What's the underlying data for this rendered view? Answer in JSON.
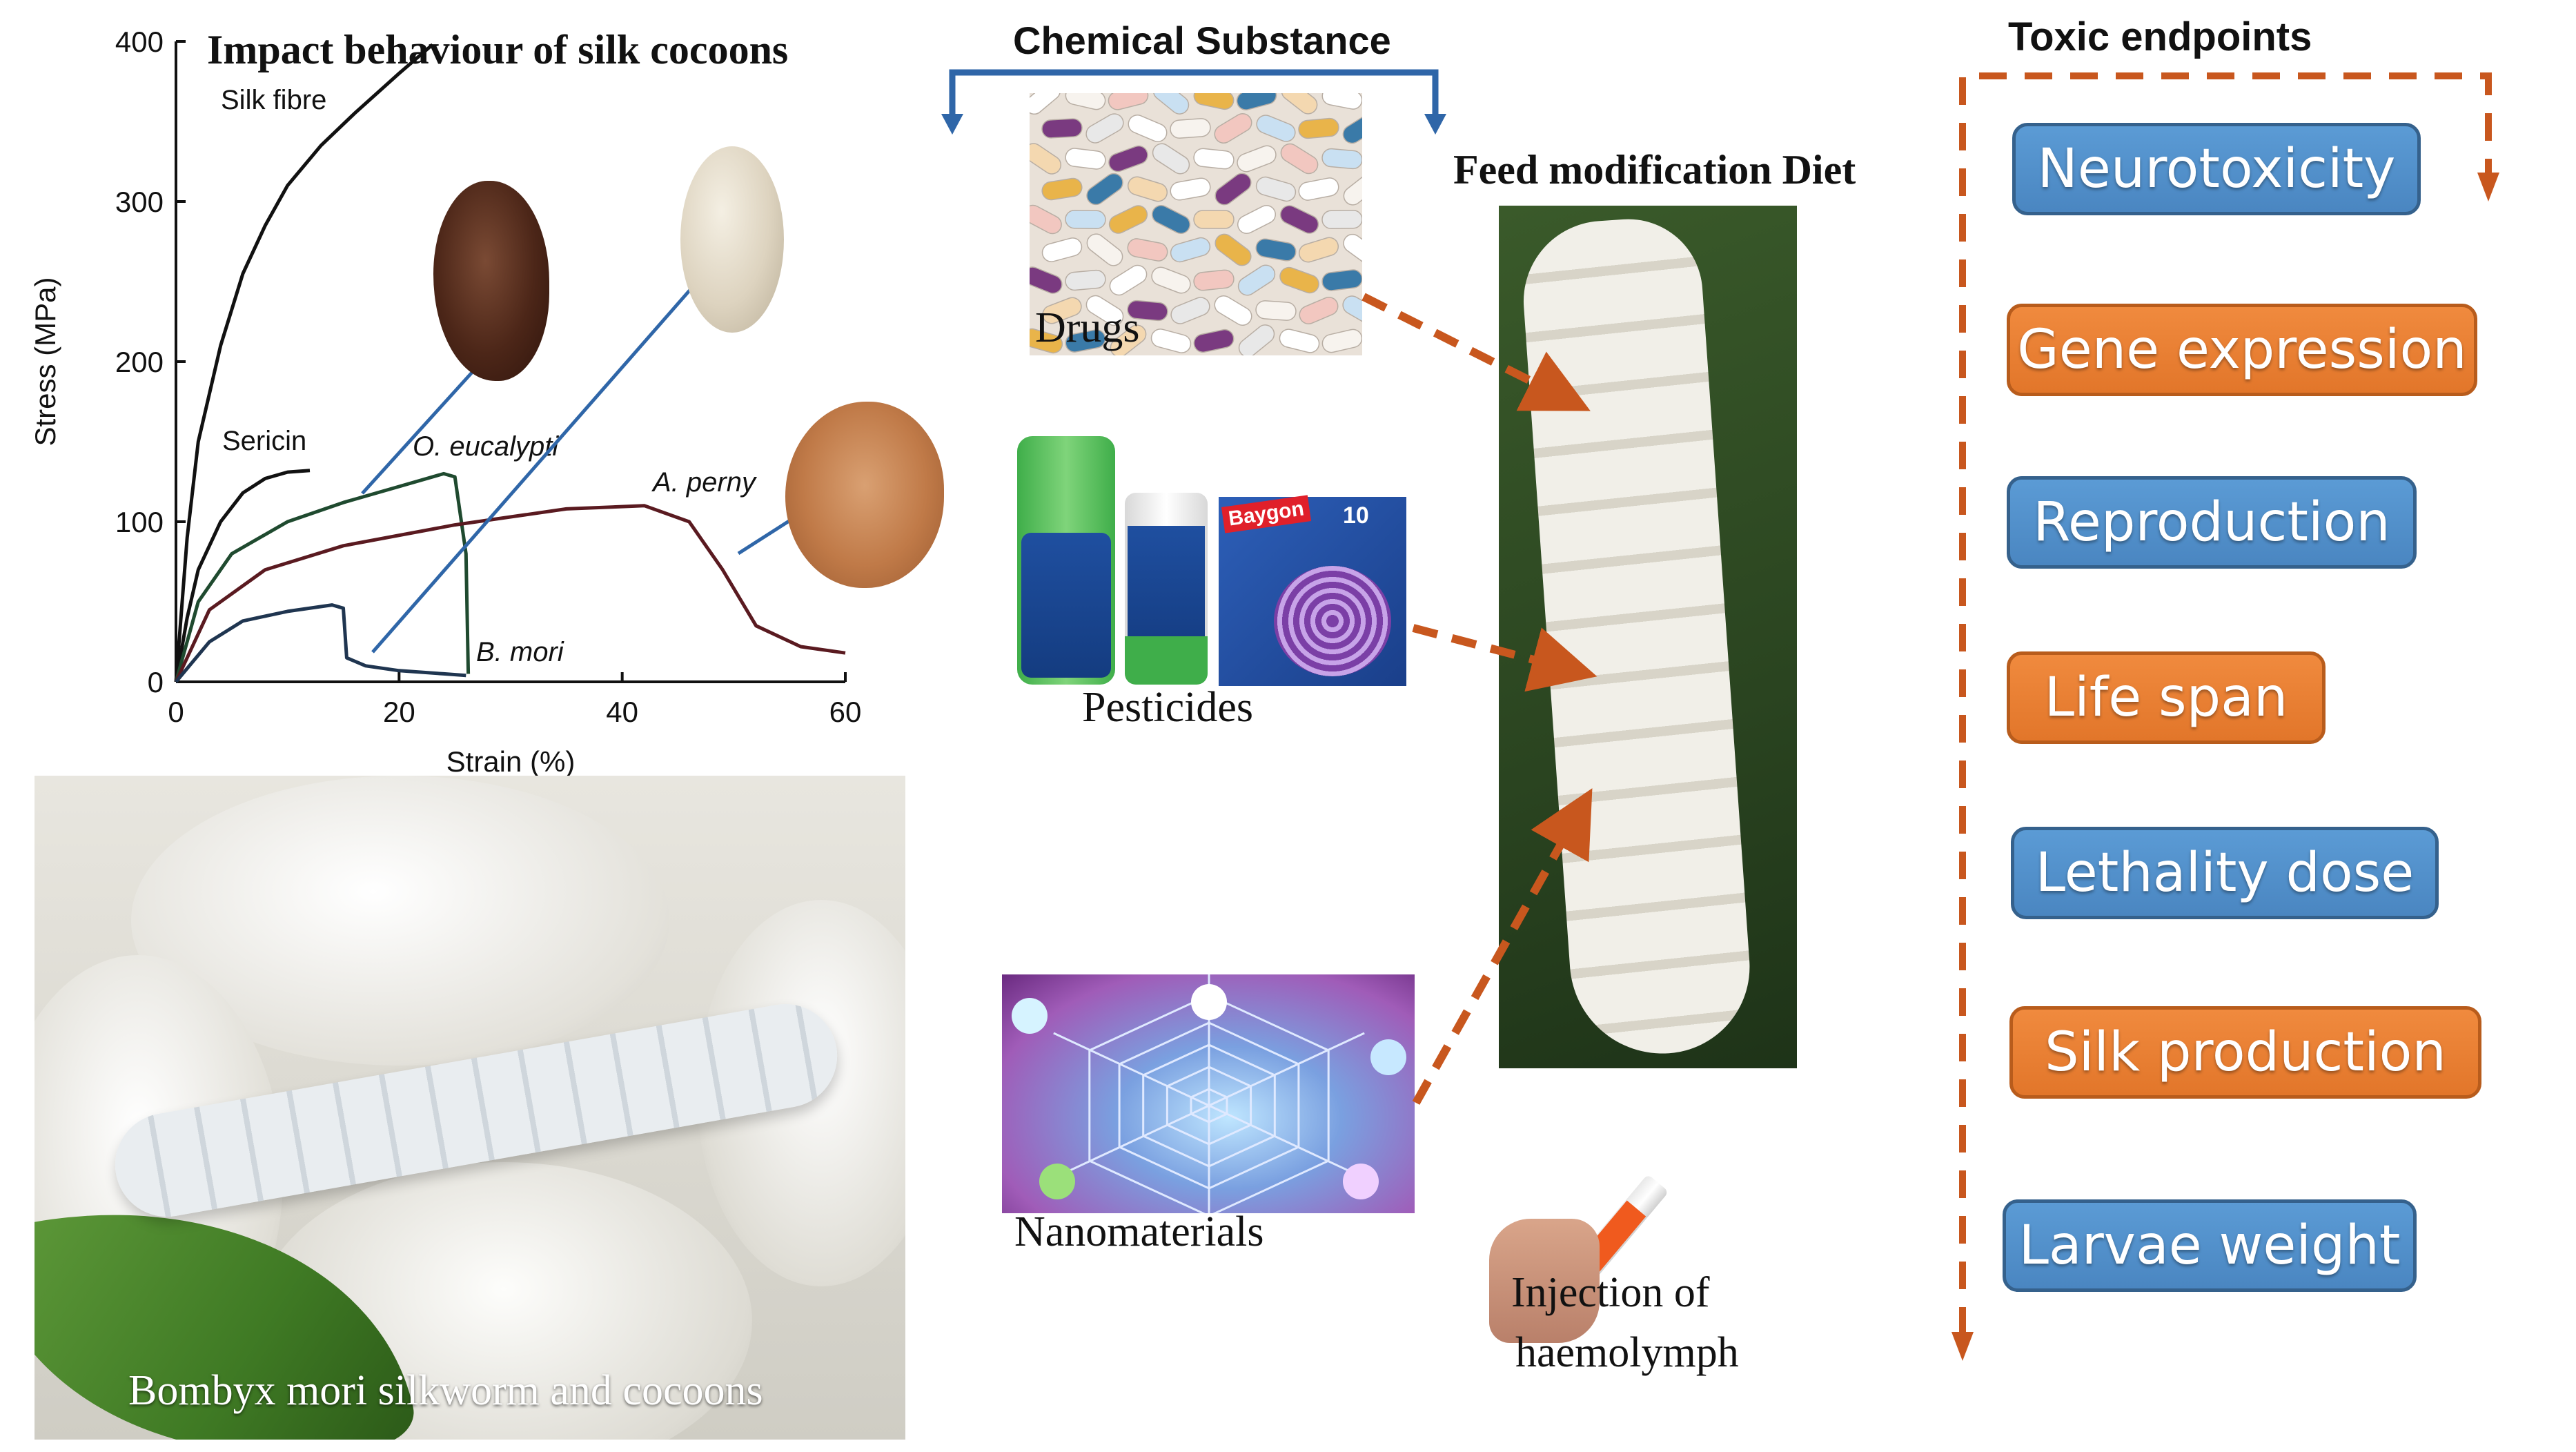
{
  "chart_data": {
    "type": "line",
    "title": "Impact behaviour of silk cocoons",
    "xlabel": "Strain (%)",
    "ylabel": "Stress (MPa)",
    "xlim": [
      0,
      60
    ],
    "ylim": [
      0,
      400
    ],
    "xticks": [
      0,
      20,
      40,
      60
    ],
    "yticks": [
      0,
      100,
      200,
      300,
      400
    ],
    "series": [
      {
        "name": "Silk fibre",
        "color": "#111111",
        "x": [
          0,
          1,
          2,
          4,
          6,
          8,
          10,
          13,
          16,
          20,
          23
        ],
        "y": [
          0,
          90,
          150,
          210,
          255,
          285,
          310,
          335,
          355,
          380,
          398
        ]
      },
      {
        "name": "Sericin",
        "color": "#111111",
        "x": [
          0,
          1,
          2,
          4,
          6,
          8,
          10,
          12
        ],
        "y": [
          0,
          40,
          70,
          100,
          118,
          127,
          131,
          132
        ]
      },
      {
        "name": "O. eucalypti",
        "color": "#1f4a2f",
        "x": [
          0,
          2,
          5,
          10,
          15,
          20,
          24,
          25,
          26,
          26.2
        ],
        "y": [
          0,
          50,
          80,
          100,
          112,
          122,
          130,
          128,
          80,
          5
        ]
      },
      {
        "name": "A. perny",
        "color": "#5a1a20",
        "x": [
          0,
          3,
          8,
          15,
          25,
          35,
          42,
          46,
          49,
          52,
          56,
          60
        ],
        "y": [
          0,
          45,
          70,
          85,
          98,
          108,
          110,
          100,
          70,
          35,
          22,
          18
        ]
      },
      {
        "name": "B. mori",
        "color": "#1f3550",
        "x": [
          0,
          3,
          6,
          10,
          14,
          15,
          15.3,
          17,
          20,
          24,
          26
        ],
        "y": [
          0,
          25,
          38,
          44,
          48,
          46,
          15,
          10,
          7,
          5,
          4
        ]
      }
    ]
  },
  "chemical_header": "Chemical Substance",
  "toxic_header": "Toxic endpoints",
  "feed_label": "Feed modification Diet",
  "captions": {
    "drugs": "Drugs",
    "pesticides": "Pesticides",
    "nanomaterials": "Nanomaterials",
    "injection_line1": "Injection of",
    "injection_line2": "haemolymph",
    "silkworm": "Bombyx mori silkworm and cocoons"
  },
  "pesticide_brand": "Baygon",
  "pesticide_number": "10",
  "endpoints": [
    {
      "label": "Neurotoxicity",
      "color": "blue"
    },
    {
      "label": "Gene expression",
      "color": "orange"
    },
    {
      "label": "Reproduction",
      "color": "blue"
    },
    {
      "label": "Life span",
      "color": "orange"
    },
    {
      "label": "Lethality dose",
      "color": "blue"
    },
    {
      "label": "Silk production",
      "color": "orange"
    },
    {
      "label": "Larvae weight",
      "color": "blue"
    }
  ],
  "colors": {
    "arrow_orange": "#c8571e",
    "arrow_blue": "#2f66a8",
    "endpoint_blue": "#5b9bd5",
    "endpoint_orange": "#ed7d31"
  }
}
